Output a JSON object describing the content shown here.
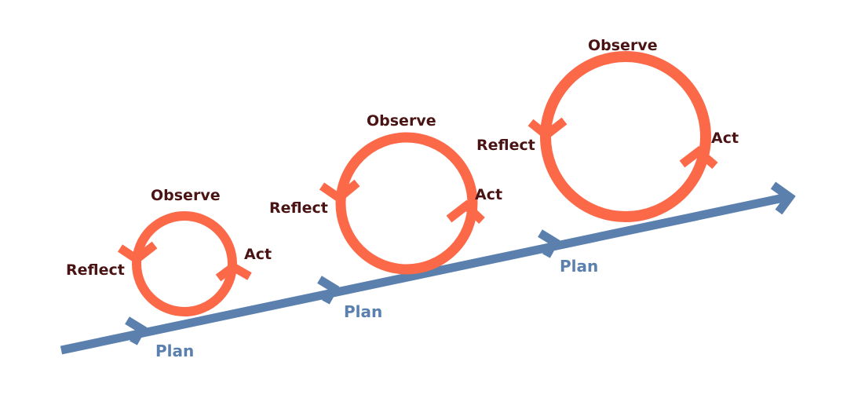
{
  "diagram": {
    "title": "Action research spiral",
    "colors": {
      "cycle": "#fb6949",
      "plan": "#5b80ad",
      "label": "#4a1414"
    },
    "plan_arrow": {
      "icon": "arrow-right-icon"
    },
    "cycles": [
      {
        "observe": "Observe",
        "act": "Act",
        "reflect": "Reflect",
        "plan": "Plan"
      },
      {
        "observe": "Observe",
        "act": "Act",
        "reflect": "Reflect",
        "plan": "Plan"
      },
      {
        "observe": "Observe",
        "act": "Act",
        "reflect": "Reflect",
        "plan": "Plan"
      }
    ]
  }
}
